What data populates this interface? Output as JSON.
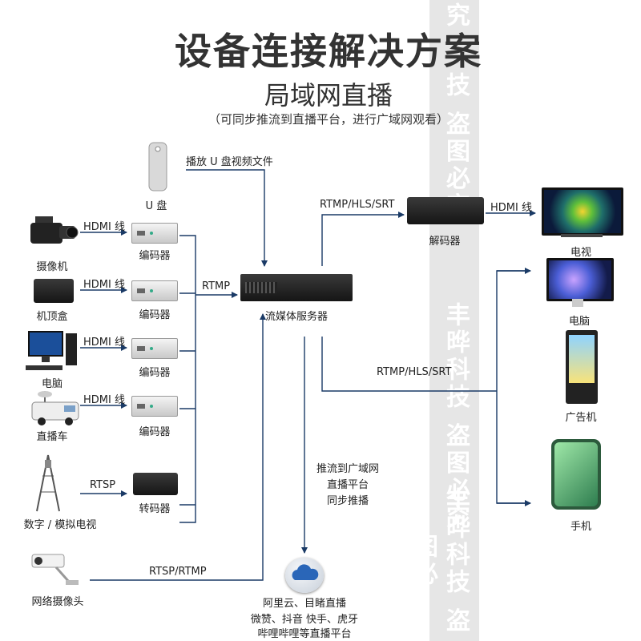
{
  "header": {
    "title": "设备连接解决方案",
    "subtitle": "局域网直播",
    "note": "（可同步推流到直播平台，进行广域网观看）"
  },
  "watermark": {
    "top_text": "究",
    "mid_text": "技 盗图必究",
    "low_text": "丰晔科技 盗图必究",
    "bottom_text": "丰晔科技 盗图必"
  },
  "sources": {
    "usb_label": "U 盘",
    "usb_edge": "播放 U 盘视频文件",
    "camera_label": "摄像机",
    "settop_label": "机顶盒",
    "pc_label": "电脑",
    "ob_van_label": "直播车",
    "tv_tower_label": "数字 / 模拟电视",
    "ipcam_label": "网络摄像头"
  },
  "edges": {
    "hdmi_1": "HDMI 线",
    "hdmi_2": "HDMI 线",
    "hdmi_3": "HDMI 线",
    "hdmi_4": "HDMI 线",
    "rtsp": "RTSP",
    "rtmp_in": "RTMP",
    "rtsp_rtmp": "RTSP/RTMP",
    "rtmp_out_top": "RTMP/HLS/SRT",
    "hdmi_out": "HDMI 线",
    "rtmp_out_right": "RTMP/HLS/SRT"
  },
  "devices": {
    "encoder_1": "编码器",
    "encoder_2": "编码器",
    "encoder_3": "编码器",
    "encoder_4": "编码器",
    "converter": "转码器",
    "server": "流媒体服务器",
    "decoder": "解码器"
  },
  "cloud": {
    "push_line1": "推流到广域网",
    "push_line2": "直播平台",
    "push_line3": "同步推播",
    "platforms_line1": "阿里云、目睹直播",
    "platforms_line2": "微赞、抖音 快手、虎牙",
    "platforms_line3": "哔哩哔哩等直播平台"
  },
  "outputs": {
    "tv_label": "电视",
    "pc_label": "电脑",
    "kiosk_label": "广告机",
    "phone_label": "手机"
  },
  "icons": {
    "usb": "usb-drive-icon",
    "camera": "video-camera-icon",
    "settop": "set-top-box-icon",
    "pc": "desktop-computer-icon",
    "van": "broadcast-van-icon",
    "tower": "antenna-tower-icon",
    "ipcam": "ip-camera-icon",
    "cloud": "cloud-icon",
    "tv": "tv-icon",
    "monitor": "monitor-icon",
    "kiosk": "ad-kiosk-icon",
    "phone": "smartphone-icon"
  },
  "colors": {
    "line": "#1a3a66",
    "text": "#222222",
    "watermark": "#e6e6e6",
    "cloud": "#2a66b8"
  }
}
